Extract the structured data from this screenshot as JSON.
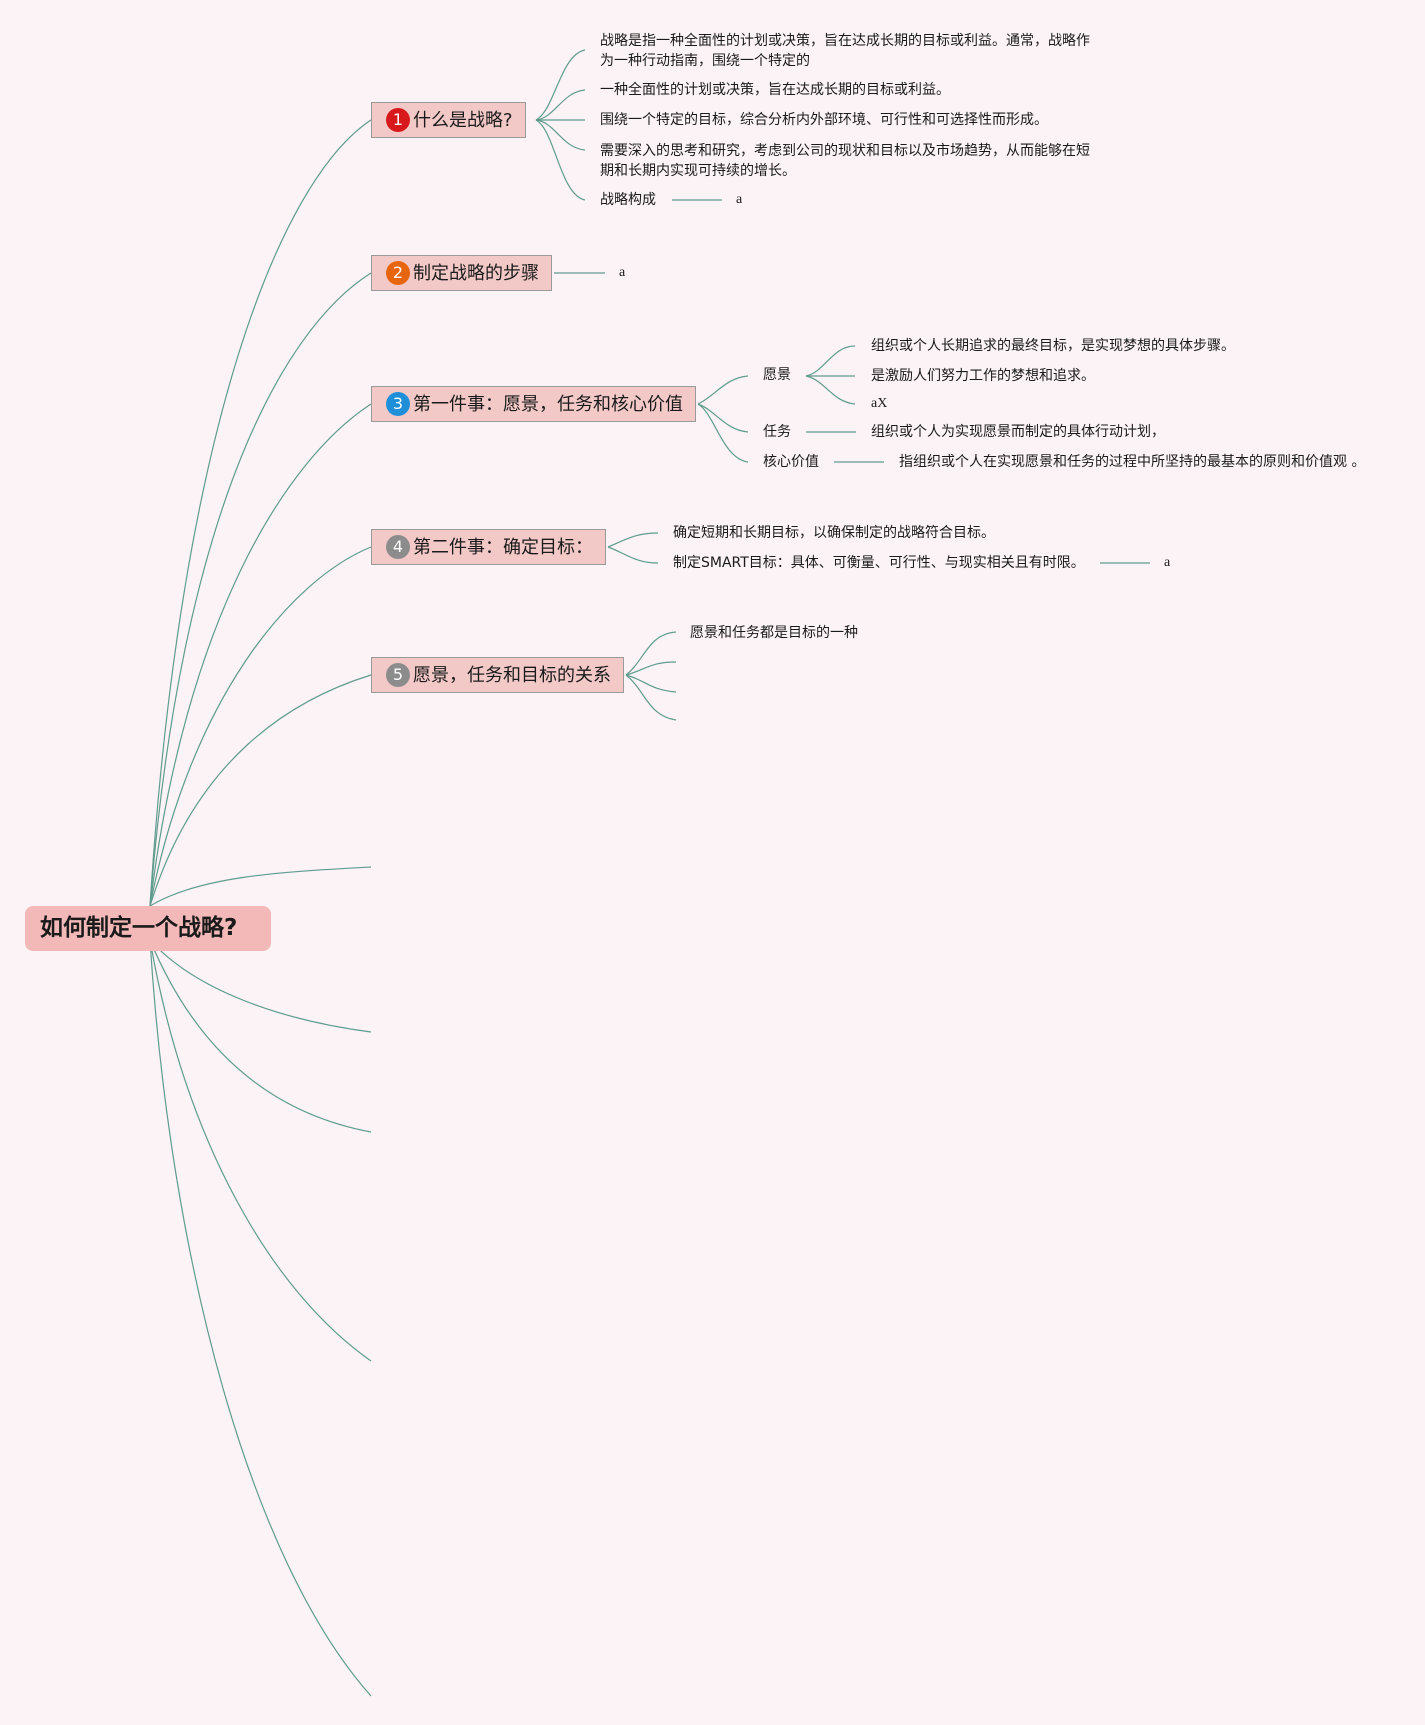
{
  "root": {
    "label": "如何制定一个战略?"
  },
  "branches": [
    {
      "label": "什么是战略?",
      "marker": "1",
      "marker_color": "#d7191c",
      "children": [
        "战略是指一种全面性的计划或决策，旨在达成长期的目标或利益。通常，战略作为一种行动指南，围绕一个特定的",
        "一种全面性的计划或决策，旨在达成长期的目标或利益。",
        "围绕一个特定的目标，综合分析内外部环境、可行性和可选择性而形成。",
        "需要深入的思考和研究，考虑到公司的现状和目标以及市场趋势，从而能够在短期和长期内实现可持续的增长。",
        "战略构成"
      ],
      "sub": {
        "label": "a"
      }
    },
    {
      "label": "制定战略的步骤",
      "marker": "2",
      "marker_color": "#e8650f",
      "sub": {
        "label": "a"
      }
    },
    {
      "label": "第一件事：愿景，任务和核心价值",
      "marker": "3",
      "marker_color": "#1e8fd8",
      "children": [
        {
          "label": "愿景",
          "items": [
            "组织或个人长期追求的最终目标，是实现梦想的具体步骤。",
            "是激励人们努力工作的梦想和追求。",
            "aX"
          ]
        },
        {
          "label": "任务",
          "items": [
            "组织或个人为实现愿景而制定的具体行动计划，"
          ]
        },
        {
          "label": "核心价值",
          "items": [
            "指组织或个人在实现愿景和任务的过程中所坚持的最基本的原则和价值观 。"
          ]
        }
      ]
    },
    {
      "label": "第二件事：确定目标：",
      "marker": "4",
      "marker_color": "#8c8c8c",
      "children": [
        "确定短期和长期目标，以确保制定的战略符合目标。",
        "制定SMART目标：具体、可衡量、可行性、与现实相关且有时限。"
      ],
      "sub": {
        "label": "a"
      }
    },
    {
      "label": "愿景，任务和目标的关系",
      "marker": "5",
      "marker_color": "#8c8c8c",
      "children": [
        "愿景和任务都是目标的一种"
      ]
    }
  ],
  "colors": {
    "background": "#fbf3f5",
    "connector": "#5f9c8e",
    "root_fill": "#f3b9b8",
    "topic_fill": "#f3c9c8"
  }
}
